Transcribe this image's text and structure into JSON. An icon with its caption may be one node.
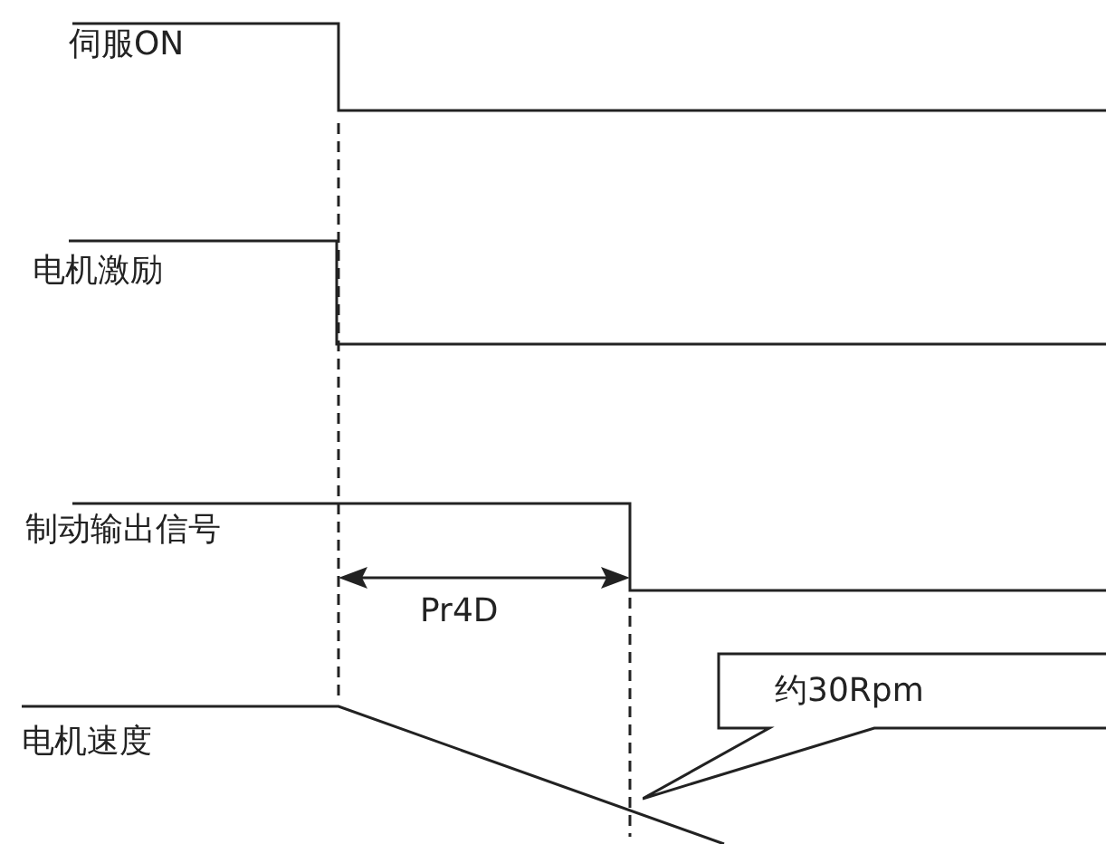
{
  "diagram": {
    "nodes": [
      {
        "text": [
          "约30Rpm"
        ]
      }
    ],
    "labels": [
      "伺服ON",
      "电机激励",
      "制动输出信号",
      "电机速度",
      "Pr4D"
    ]
  }
}
